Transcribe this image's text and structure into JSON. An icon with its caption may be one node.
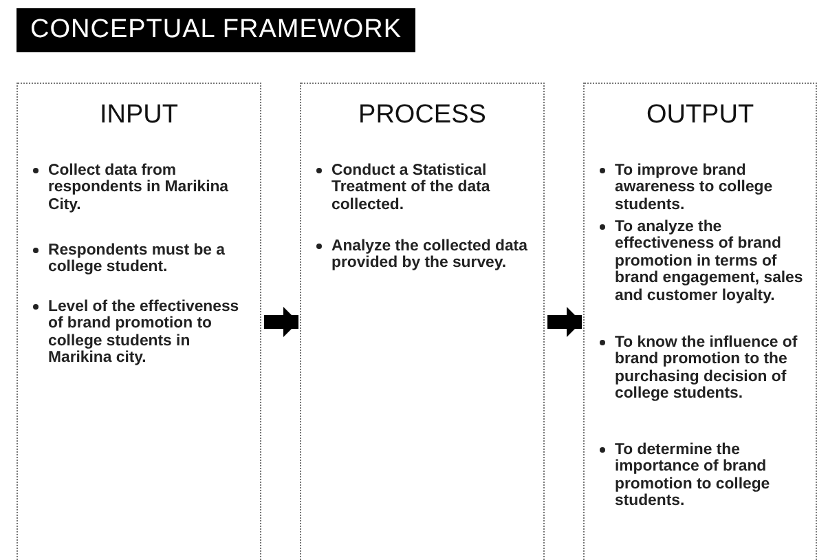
{
  "diagram": {
    "title": "CONCEPTUAL FRAMEWORK",
    "nodes": [
      {
        "text": [
          "INPUT",
          "Collect data from respondents in Marikina City.",
          "Respondents must be a college student.",
          "Level of the effectiveness of brand promotion to college students in Marikina city."
        ]
      },
      {
        "text": [
          "PROCESS",
          "Conduct a Statistical Treatment of the data collected.",
          "Analyze the collected data provided by the survey."
        ]
      },
      {
        "text": [
          "OUTPUT",
          "To improve brand awareness to college students.",
          "To analyze the effectiveness of brand promotion in terms of brand engagement, sales and customer loyalty.",
          "To know the influence of brand promotion to the purchasing decision of college students.",
          "To determine the importance of brand promotion to college students."
        ]
      }
    ],
    "edges": [
      {
        "from": 0,
        "to": 1,
        "arrow": "to"
      },
      {
        "from": 1,
        "to": 2,
        "arrow": "to"
      }
    ]
  }
}
